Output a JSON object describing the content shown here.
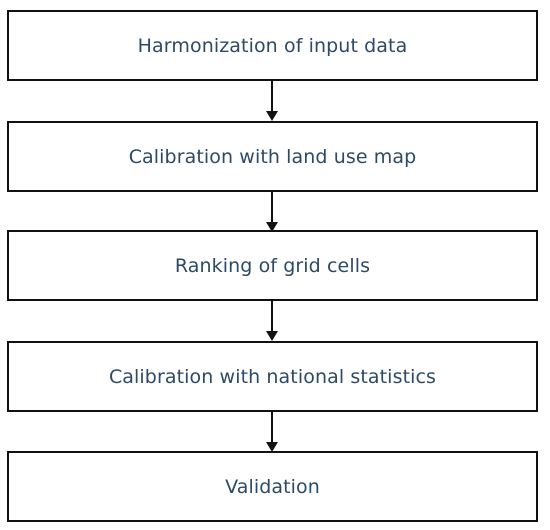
{
  "diagram": {
    "steps": [
      {
        "label": "Harmonization of input data"
      },
      {
        "label": "Calibration with land use map"
      },
      {
        "label": "Ranking of grid cells"
      },
      {
        "label": "Calibration with national statistics"
      },
      {
        "label": "Validation"
      }
    ]
  },
  "colors": {
    "text": "#2c4a66",
    "border": "#111111",
    "arrow": "#111111",
    "background": "#ffffff"
  }
}
